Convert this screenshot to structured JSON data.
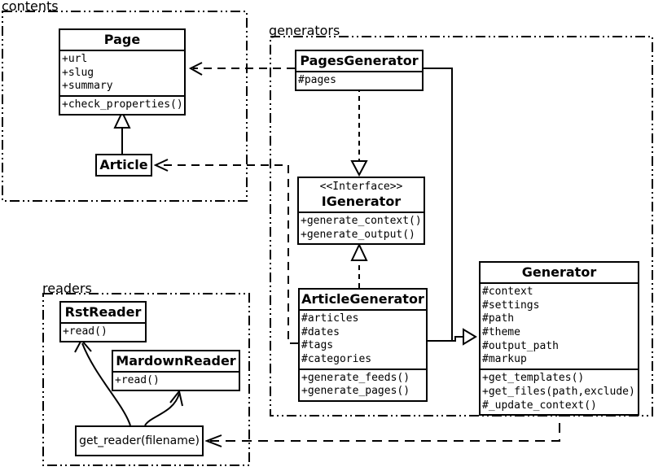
{
  "diagram_type": "uml-class-diagram",
  "colors": {
    "line": "#000000",
    "background": "#ffffff"
  },
  "packages": {
    "contents": {
      "label": "contents"
    },
    "generators": {
      "label": "generators"
    },
    "readers": {
      "label": "readers"
    }
  },
  "classes": {
    "page": {
      "name": "Page",
      "attributes": [
        "+url",
        "+slug",
        "+summary"
      ],
      "methods": [
        "+check_properties()"
      ]
    },
    "article": {
      "name": "Article"
    },
    "pages_generator": {
      "name": "PagesGenerator",
      "attributes": [
        "#pages"
      ]
    },
    "igenerator": {
      "stereotype": "<<Interface>>",
      "name": "IGenerator",
      "methods": [
        "+generate_context()",
        "+generate_output()"
      ]
    },
    "article_generator": {
      "name": "ArticleGenerator",
      "attributes": [
        "#articles",
        "#dates",
        "#tags",
        "#categories"
      ],
      "methods": [
        "+generate_feeds()",
        "+generate_pages()"
      ]
    },
    "generator": {
      "name": "Generator",
      "attributes": [
        "#context",
        "#settings",
        "#path",
        "#theme",
        "#output_path",
        "#markup"
      ],
      "methods": [
        "+get_templates()",
        "+get_files(path,exclude)",
        "#_update_context()"
      ]
    },
    "rst_reader": {
      "name": "RstReader",
      "methods": [
        "+read()"
      ]
    },
    "mardown_reader": {
      "name": "MardownReader",
      "methods": [
        "+read()"
      ]
    },
    "get_reader": {
      "label": "get_reader(filename)"
    }
  },
  "relationships": [
    {
      "from": "Article",
      "to": "Page",
      "type": "inheritance"
    },
    {
      "from": "PagesGenerator",
      "to": "Page",
      "type": "dependency"
    },
    {
      "from": "ArticleGenerator",
      "to": "Article",
      "type": "dependency"
    },
    {
      "from": "PagesGenerator",
      "to": "IGenerator",
      "type": "realization"
    },
    {
      "from": "ArticleGenerator",
      "to": "IGenerator",
      "type": "realization"
    },
    {
      "from": "PagesGenerator",
      "to": "Generator",
      "type": "inheritance"
    },
    {
      "from": "ArticleGenerator",
      "to": "Generator",
      "type": "inheritance"
    },
    {
      "from": "Generator",
      "to": "get_reader(filename)",
      "type": "dependency"
    },
    {
      "from": "get_reader(filename)",
      "to": "RstReader",
      "type": "reference"
    },
    {
      "from": "get_reader(filename)",
      "to": "MardownReader",
      "type": "reference"
    }
  ]
}
